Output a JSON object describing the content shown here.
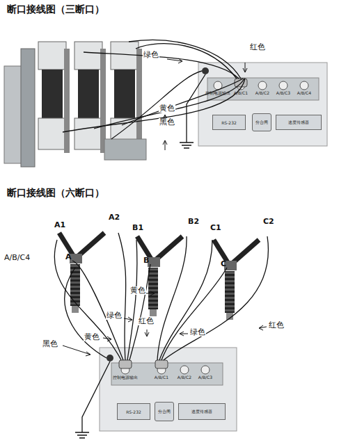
{
  "diagram": {
    "title": "断口接线图（三断口）",
    "nodes": [
      {
        "text": [
          "RS-232"
        ]
      },
      {
        "text": [
          "分合闸"
        ]
      },
      {
        "text": [
          "速度传感器"
        ]
      },
      {
        "text": [
          "RS-232"
        ]
      },
      {
        "text": [
          "分合闸"
        ]
      },
      {
        "text": [
          "速度传感器"
        ]
      }
    ],
    "labels": [
      "绿色",
      "红色",
      "黄色",
      "黑色",
      "控制电源输出",
      "A/B/C1",
      "A/B/C2",
      "A/B/C3",
      "A/B/C4",
      "断口接线图（六断口）",
      "A1",
      "A2",
      "B1",
      "B2",
      "C1",
      "C2",
      "A",
      "B",
      "C",
      "黄色",
      "绿色",
      "红色",
      "黄色",
      "绿色",
      "红色",
      "黑色",
      "控制电源输出",
      "A/B/C1",
      "A/B/C2",
      "A/B/C3",
      "A/B/C4"
    ]
  }
}
